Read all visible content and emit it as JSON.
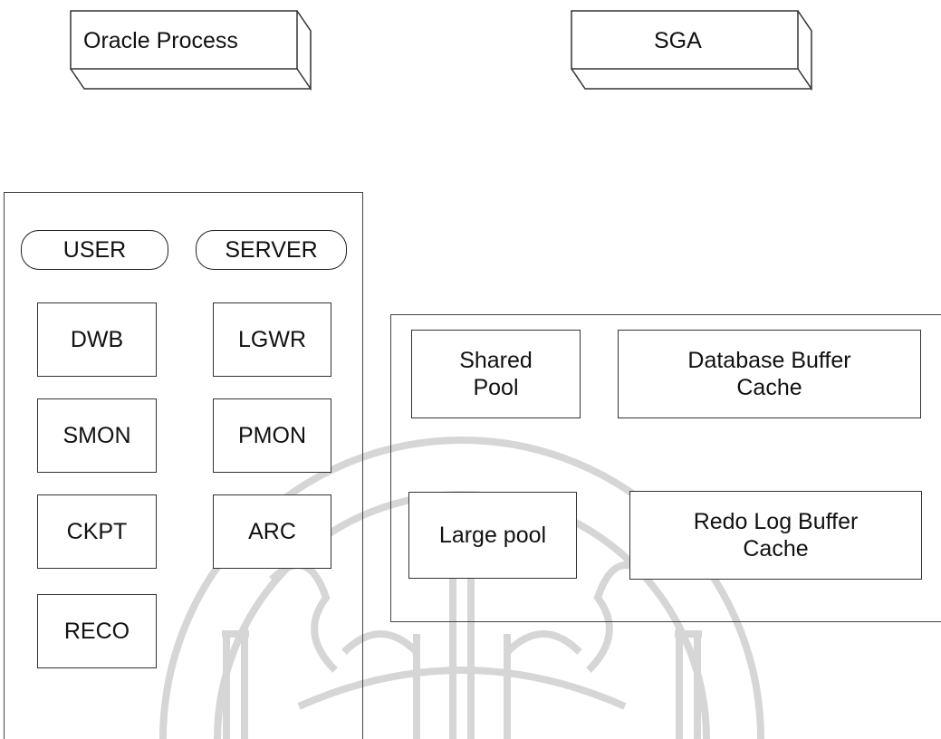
{
  "legend": {
    "oracle_process": "Oracle Process",
    "sga": "SGA"
  },
  "oracle_process_panel": {
    "user_pill": "USER",
    "server_pill": "SERVER",
    "processes": [
      "DWB",
      "LGWR",
      "SMON",
      "PMON",
      "CKPT",
      "ARC",
      "RECO"
    ]
  },
  "sga_panel": {
    "shared_pool": "Shared\nPool",
    "database_buffer_cache": "Database Buffer\nCache",
    "large_pool": "Large pool",
    "redo_log_buffer_cache": "Redo Log Buffer\nCache"
  },
  "colors": {
    "line": "#333333",
    "watermark": "#d9d9d9"
  }
}
